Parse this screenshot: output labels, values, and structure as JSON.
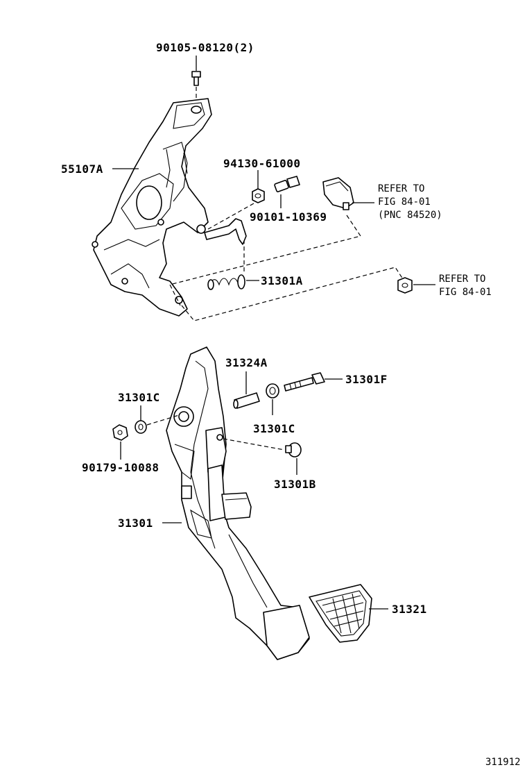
{
  "labels": {
    "bolt_top": "90105-08120(2)",
    "bracket": "55107A",
    "nut_94130": "94130-61000",
    "bolt_90101": "90101-10369",
    "refer_switch_1": "REFER TO",
    "refer_switch_2": "FIG 84-01",
    "refer_switch_3": "(PNC 84520)",
    "spring": "31301A",
    "refer_nut_1": "REFER TO",
    "refer_nut_2": "FIG 84-01",
    "collar": "31324A",
    "pivot_bolt": "31301F",
    "bushing_left": "31301C",
    "bushing_right": "31301C",
    "nut_90179": "90179-10088",
    "stopper": "31301B",
    "pedal": "31301",
    "pedal_pad": "31321",
    "diagram_id": "311912"
  }
}
